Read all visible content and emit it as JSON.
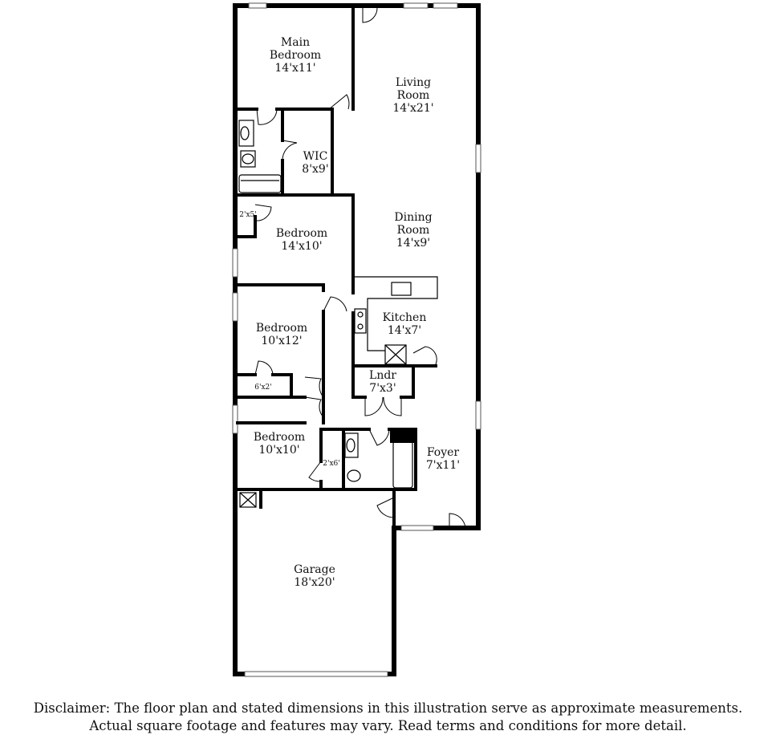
{
  "rooms": {
    "main_bedroom": {
      "name": "Main Bedroom",
      "line1": "Main",
      "line2": "Bedroom",
      "dims": "14'x11'"
    },
    "living_room": {
      "line1": "Living",
      "line2": "Room",
      "dims": "14'x21'"
    },
    "wic": {
      "name": "WIC",
      "dims": "8'x9'"
    },
    "dining_room": {
      "line1": "Dining",
      "line2": "Room",
      "dims": "14'x9'"
    },
    "bedroom_2": {
      "name": "Bedroom",
      "dims": "14'x10'"
    },
    "closet_2x5": {
      "dims": "2'x5'"
    },
    "kitchen": {
      "name": "Kitchen",
      "dims": "14'x7'"
    },
    "bedroom_3": {
      "name": "Bedroom",
      "dims": "10'x12'"
    },
    "closet_6x2": {
      "dims": "6'x2'"
    },
    "laundry": {
      "name": "Lndr",
      "dims": "7'x3'"
    },
    "bedroom_4": {
      "name": "Bedroom",
      "dims": "10'x10'"
    },
    "closet_2x6": {
      "dims": "2'x6'"
    },
    "foyer": {
      "name": "Foyer",
      "dims": "7'x11'"
    },
    "garage": {
      "name": "Garage",
      "dims": "18'x20'"
    }
  },
  "disclaimer": {
    "line1": "Disclaimer: The floor plan and stated dimensions in this illustration serve as approximate measurements.",
    "line2": "Actual square footage and features may vary. Read terms and conditions for more detail."
  }
}
